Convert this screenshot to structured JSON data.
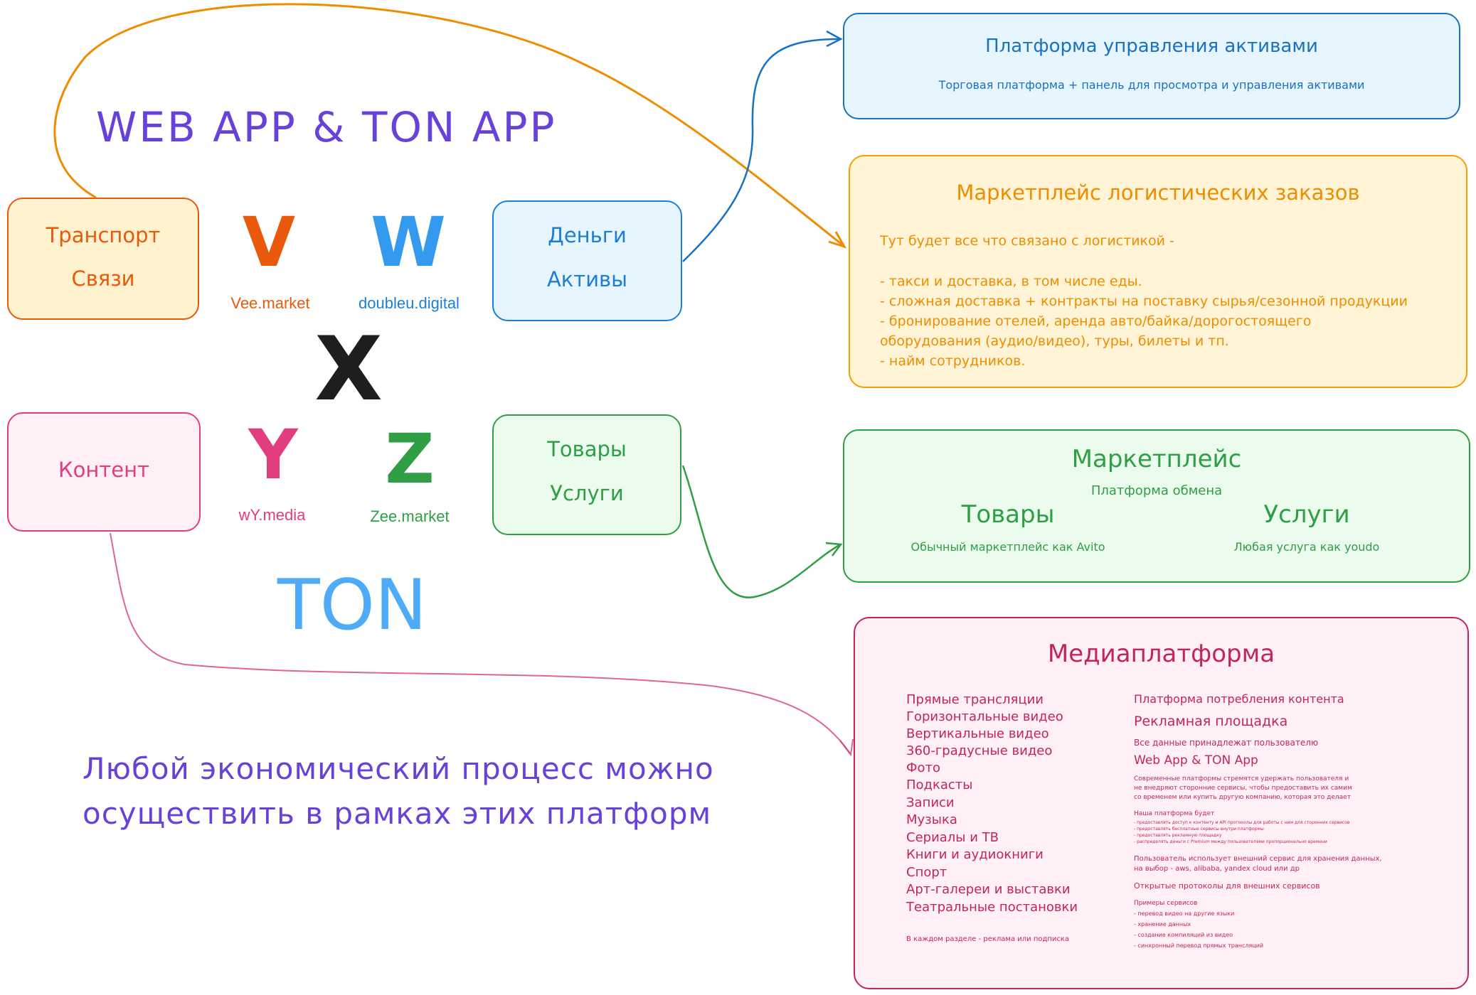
{
  "header": {
    "title": "WEB APP & TON APP"
  },
  "blocks": {
    "transport": {
      "line1": "Транспорт",
      "line2": "Связи"
    },
    "content": {
      "label": "Контент"
    },
    "money": {
      "line1": "Деньги",
      "line2": "Активы"
    },
    "goods": {
      "line1": "Товары",
      "line2": "Услуги"
    }
  },
  "logos": {
    "v": {
      "letter": "V",
      "name": "Vee.market"
    },
    "w": {
      "letter": "W",
      "name": "doubleu.digital"
    },
    "y": {
      "letter": "Y",
      "name": "wY.media"
    },
    "z": {
      "letter": "Z",
      "name": "Zee.market"
    },
    "x": {
      "letter": "X"
    },
    "ton": {
      "label": "TON"
    }
  },
  "tagline": {
    "line1": "Любой экономический процесс можно",
    "line2": "осуществить в рамках этих платформ"
  },
  "assets_platform": {
    "title": "Платформа управления активами",
    "subtitle": "Торговая платформа + панель для просмотра и управления активами"
  },
  "logistics": {
    "title": "Маркетплейс логистических заказов",
    "intro": "Тут будет все что связано с логистикой -",
    "items": [
      "- такси и доставка, в том числе еды.",
      "- сложная доставка + контракты на поставку сырья/сезонной продукции",
      "- бронирование отелей, аренда авто/байка/дорогостоящего",
      "оборудования (аудио/видео), туры, билеты и тп.",
      "- найм сотрудников."
    ]
  },
  "marketplace": {
    "title": "Маркетплейс",
    "subtitle": "Платформа обмена",
    "goods_title": "Товары",
    "goods_desc": "Обычный маркетплейс как Avito",
    "services_title": "Услуги",
    "services_desc": "Любая услуга как youdo"
  },
  "media": {
    "title": "Медиаплатформа",
    "categories": [
      "Прямые трансляции",
      "Горизонтальные видео",
      "Вертикальные видео",
      "360-градусные видео",
      "Фото",
      "Подкасты",
      "Записи",
      "Музыка",
      "Сериалы и ТВ",
      "Книги и аудиокниги",
      "Спорт",
      "Арт-галереи и выставки",
      "Театральные постановки"
    ],
    "footnote": "В каждом разделе - реклама или подписка",
    "right": {
      "consumption": "Платформа потребления контента",
      "ad_title": "Рекламная площадка",
      "data_owner": "Все данные принадлежат пользователю",
      "apps": "Web App & TON App",
      "modern": [
        "Современные платформы стремятся удержать пользователя и",
        "не внедряют сторонние сервисы, чтобы предоставить их самим",
        "со временем или купить другую компанию, которая это делает"
      ],
      "ours_title": "Наша платформа будет",
      "ours_items": [
        "- предоставлять доступ к контенту и API протоколы для работы с ним для сторонних сервисов",
        "- предоставлять бесплатные сервисы внутри платформы",
        "- предоставлять рекламную площадку",
        "- распределять деньги с Premium между пользователями пропорционально времени"
      ],
      "storage": [
        "Пользователь использует внешний сервис для хранения данных,",
        "на выбор - aws, alibaba, yandex cloud или др"
      ],
      "open_protocols": "Открытые протоколы для внешних сервисов",
      "examples_title": "Примеры сервисов",
      "examples": [
        "- перевод видео на другие языки",
        "- хранение данных",
        "- создание компиляций из видео",
        "- синхронный перевод прямых трансляций"
      ]
    }
  },
  "colors": {
    "orange": "#e8590c",
    "blue": "#1c7ed6",
    "pink": "#e03e7e",
    "green": "#2f9e44",
    "purple": "#6741d9",
    "amber": "#f08c00",
    "crimson": "#c2255c"
  }
}
